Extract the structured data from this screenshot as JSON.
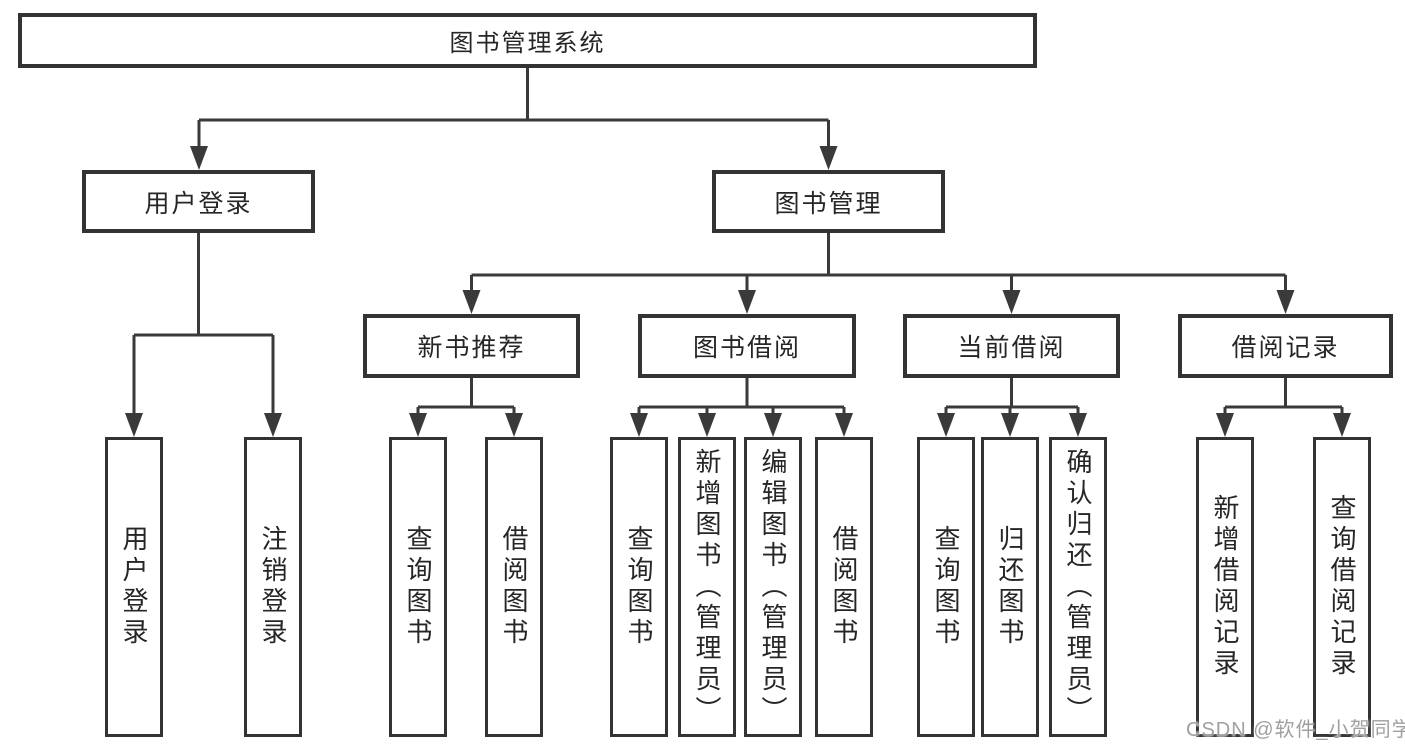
{
  "diagram": {
    "root": "图书管理系统",
    "level2": {
      "user_login": "用户登录",
      "book_mgmt": "图书管理"
    },
    "level3": {
      "new_books": "新书推荐",
      "borrow": "图书借阅",
      "current": "当前借阅",
      "records": "借阅记录"
    },
    "leaves": {
      "user_login": [
        "用户登录",
        "注销登录"
      ],
      "new_books": [
        "查询图书",
        "借阅图书"
      ],
      "borrow": [
        "查询图书",
        "新增图书（管理员）",
        "编辑图书（管理员）",
        "借阅图书"
      ],
      "current": [
        "查询图书",
        "归还图书",
        "确认归还（管理员）"
      ],
      "records": [
        "新增借阅记录",
        "查询借阅记录"
      ]
    }
  },
  "watermark": "CSDN @软件_小贺同学",
  "colors": {
    "line": "#3a3a3a",
    "border": "#333333",
    "text": "#262626",
    "watermark": "#a0a0a0",
    "background": "#ffffff"
  }
}
